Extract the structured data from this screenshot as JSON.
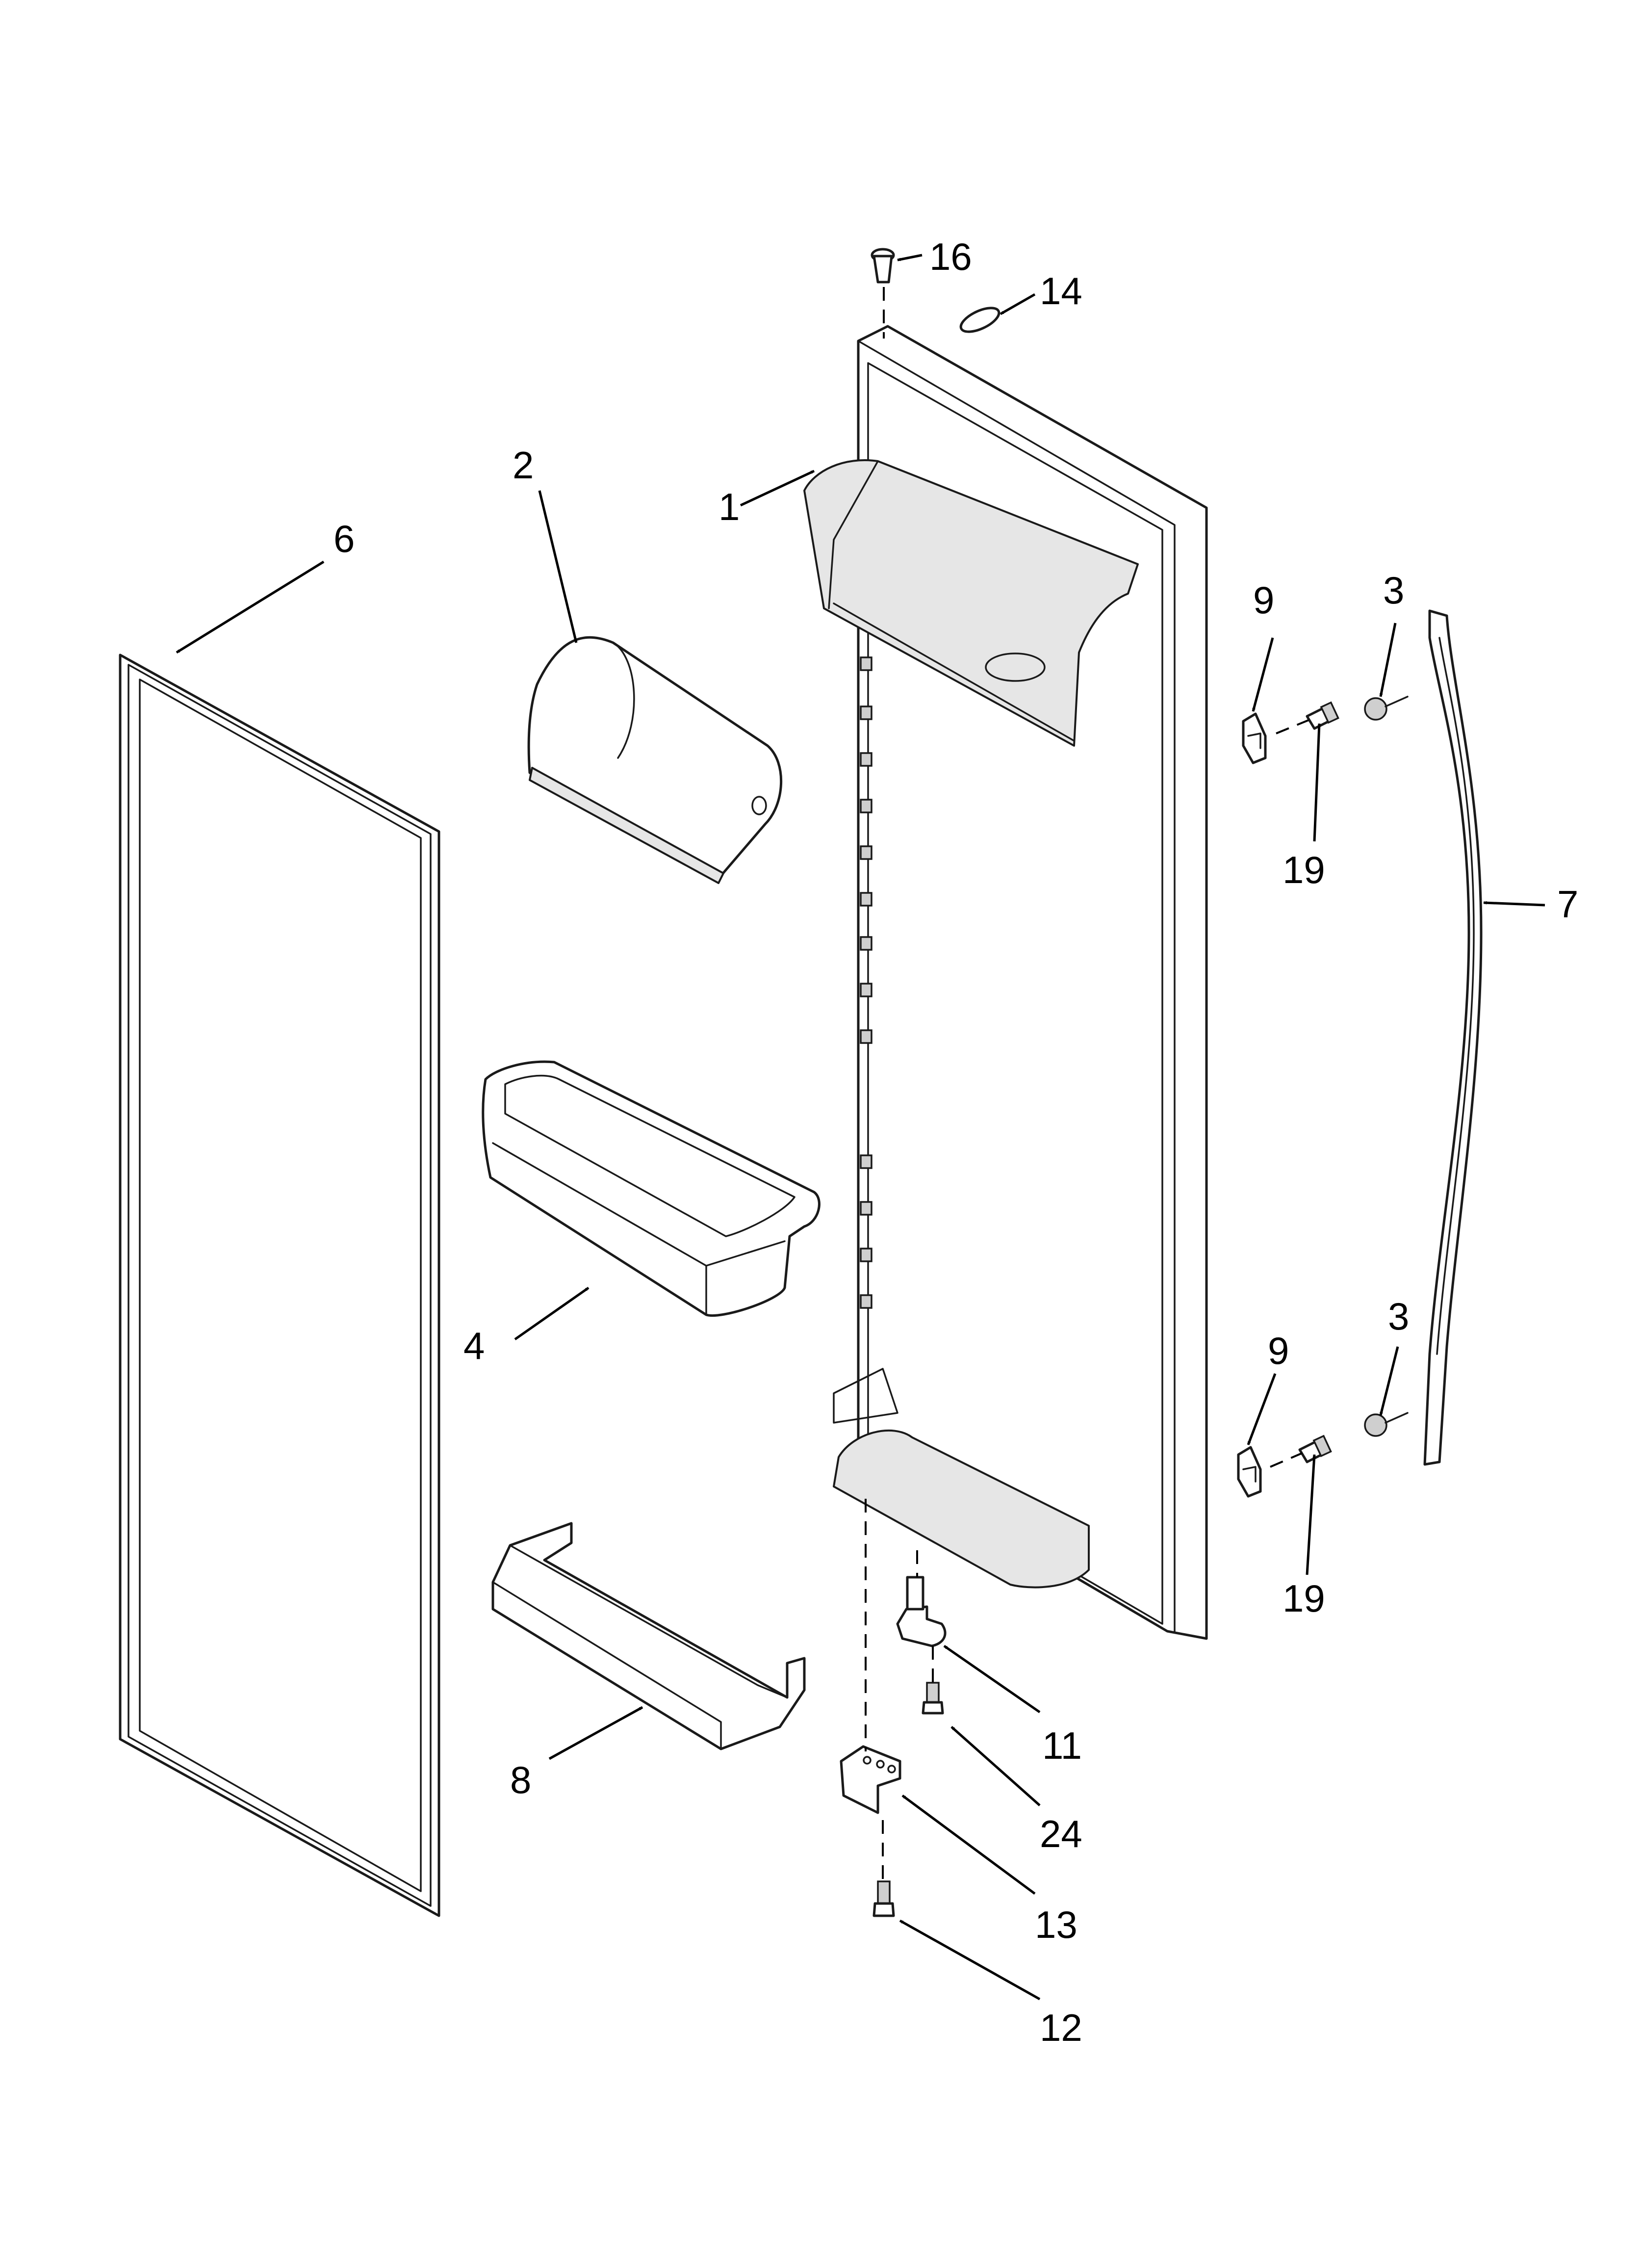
{
  "callouts": {
    "c1": "1",
    "c2": "2",
    "c3a": "3",
    "c3b": "3",
    "c4": "4",
    "c6": "6",
    "c7": "7",
    "c8": "8",
    "c9a": "9",
    "c9b": "9",
    "c11": "11",
    "c12": "12",
    "c13": "13",
    "c14": "14",
    "c16": "16",
    "c19a": "19",
    "c19b": "19",
    "c24": "24"
  },
  "colors": {
    "line": "#1a1a1a",
    "background": "#ffffff",
    "shading": "#e6e6e6"
  }
}
